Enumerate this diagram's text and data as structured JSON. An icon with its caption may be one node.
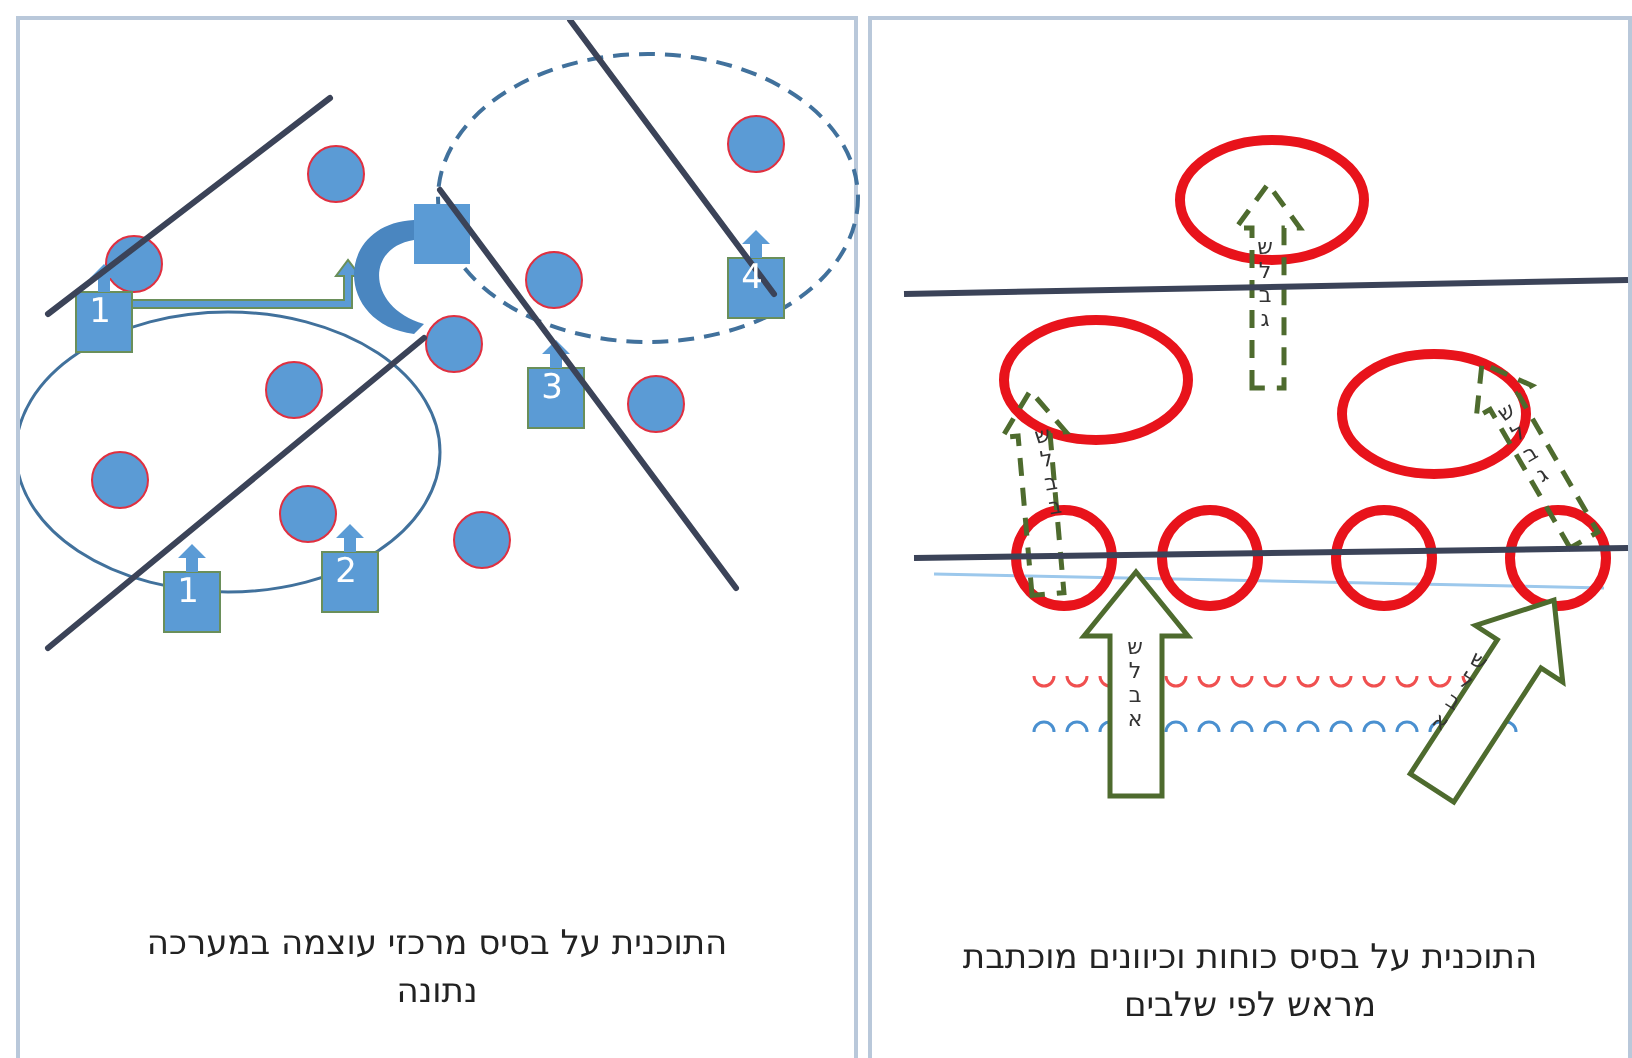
{
  "diagram": {
    "nodes": [
      {
        "text": [
          "התוכנית על בסיס מרכזי עוצמה במערכה נתונה"
        ]
      },
      {
        "text": [
          "התוכנית על בסיס כוחות וכיוונים מוכתבת מראש לפי שלבים"
        ]
      }
    ],
    "labels": [
      "4",
      "1",
      "3",
      "2",
      "1",
      "שלב ג",
      "שלב ב",
      "שלב ג",
      "שלב א",
      "שלב א"
    ]
  }
}
